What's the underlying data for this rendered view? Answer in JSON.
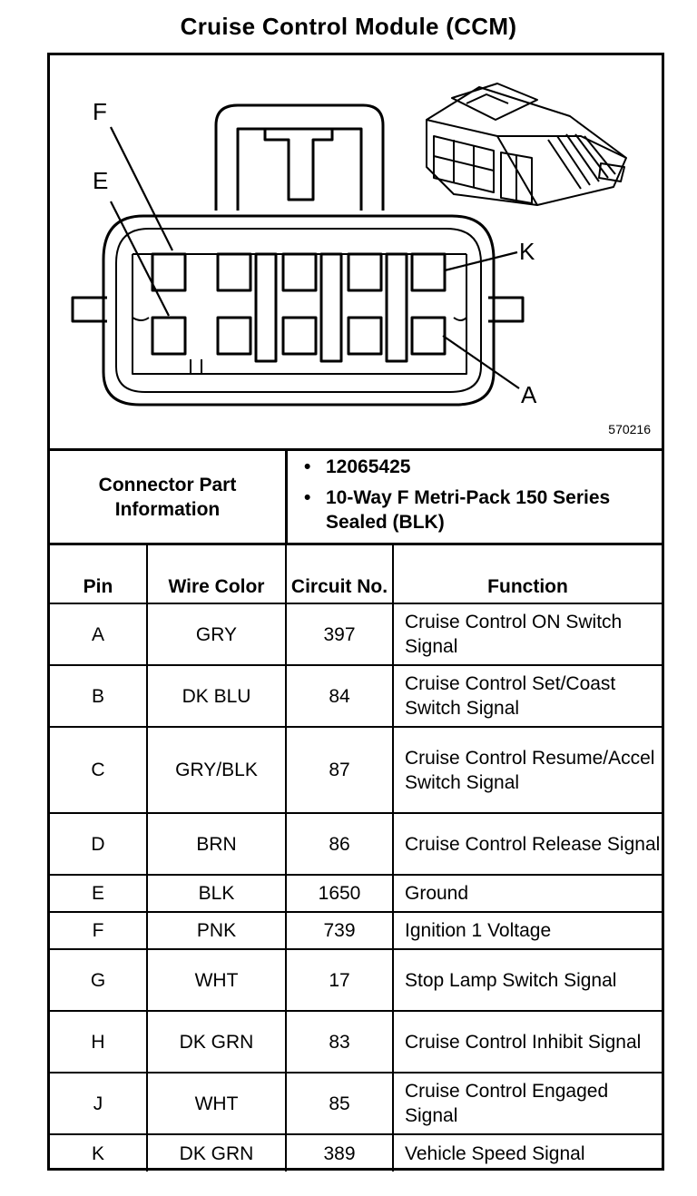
{
  "title": "Cruise Control Module (CCM)",
  "figure_number": "570216",
  "callouts": {
    "f": "F",
    "e": "E",
    "k": "K",
    "a": "A"
  },
  "connector_info": {
    "label": "Connector Part Information",
    "items": [
      "12065425",
      "10-Way F Metri-Pack 150 Series Sealed (BLK)"
    ]
  },
  "table": {
    "headers": [
      "Pin",
      "Wire Color",
      "Circuit No.",
      "Function"
    ],
    "rows": [
      {
        "pin": "A",
        "color": "GRY",
        "circuit": "397",
        "function": "Cruise Control ON Switch Signal"
      },
      {
        "pin": "B",
        "color": "DK BLU",
        "circuit": "84",
        "function": "Cruise Control Set/Coast Switch Signal"
      },
      {
        "pin": "C",
        "color": "GRY/BLK",
        "circuit": "87",
        "function": "Cruise Control Resume/Accel Switch Signal"
      },
      {
        "pin": "D",
        "color": "BRN",
        "circuit": "86",
        "function": "Cruise Control Release Signal"
      },
      {
        "pin": "E",
        "color": "BLK",
        "circuit": "1650",
        "function": "Ground"
      },
      {
        "pin": "F",
        "color": "PNK",
        "circuit": "739",
        "function": "Ignition 1 Voltage"
      },
      {
        "pin": "G",
        "color": "WHT",
        "circuit": "17",
        "function": "Stop Lamp Switch Signal"
      },
      {
        "pin": "H",
        "color": "DK GRN",
        "circuit": "83",
        "function": "Cruise Control Inhibit Signal"
      },
      {
        "pin": "J",
        "color": "WHT",
        "circuit": "85",
        "function": "Cruise Control Engaged Signal"
      },
      {
        "pin": "K",
        "color": "DK GRN",
        "circuit": "389",
        "function": "Vehicle Speed Signal"
      }
    ]
  }
}
